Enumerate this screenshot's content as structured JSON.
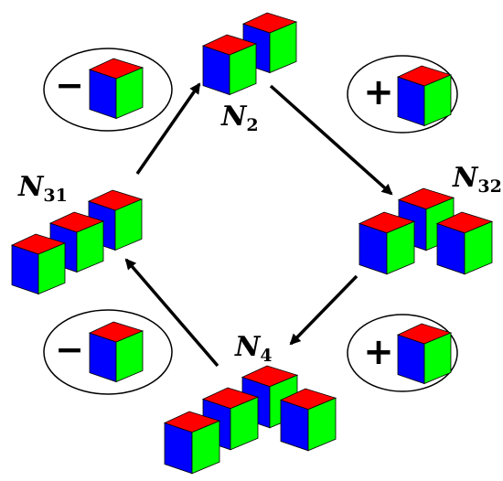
{
  "colors": {
    "top": "#ff0000",
    "left": "#0000ff",
    "right": "#00ff00",
    "outline": "#000000",
    "background": "#ffffff"
  },
  "labels": {
    "n2": {
      "base": "N",
      "sub": "2"
    },
    "n32": {
      "base": "N",
      "sub": "32"
    },
    "n31": {
      "base": "N",
      "sub": "31"
    },
    "n4": {
      "base": "N",
      "sub": "4"
    }
  },
  "operations": {
    "top_left": "−",
    "top_right": "+",
    "bottom_left": "−",
    "bottom_right": "+"
  },
  "cycle": [
    "N2",
    "N32",
    "N4",
    "N31"
  ]
}
